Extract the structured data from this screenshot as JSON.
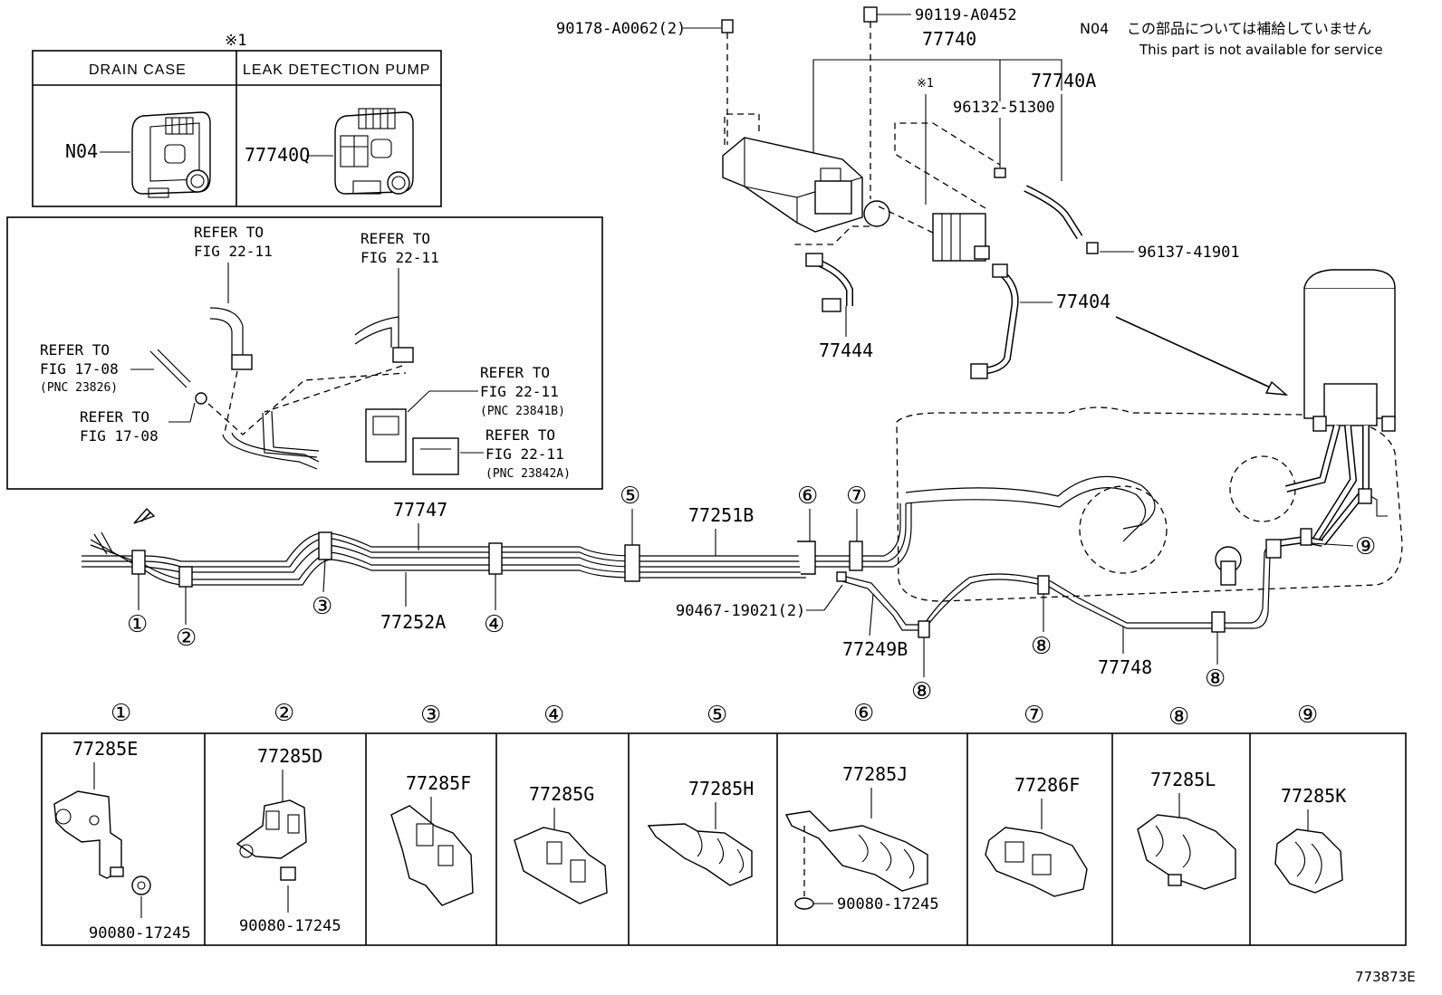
{
  "figure_id": "773873E",
  "note": {
    "code": "N04",
    "jp": "この部品については補給していません",
    "en": "This part is not available for service"
  },
  "inset_table": {
    "mark": "※1",
    "headers": [
      "DRAIN CASE",
      "LEAK DETECTION PUMP"
    ],
    "parts": [
      "N04",
      "77740Q"
    ]
  },
  "refer_labels": {
    "r1": [
      "REFER TO",
      "FIG 22-11"
    ],
    "r2": [
      "REFER TO",
      "FIG 22-11"
    ],
    "r3": [
      "REFER TO",
      "FIG 17-08",
      "(PNC 23826)"
    ],
    "r4": [
      "REFER TO",
      "FIG 17-08"
    ],
    "r5": [
      "REFER TO",
      "FIG 22-11",
      "(PNC 23841B)"
    ],
    "r6": [
      "REFER TO",
      "FIG 22-11",
      "(PNC 23842A)"
    ]
  },
  "top_parts": {
    "p90178": "90178-A0062(2)",
    "p90119": "90119-A0452",
    "p77740": "77740",
    "p77740A": "77740A",
    "mark": "※1",
    "p96132": "96132-51300",
    "p96137": "96137-41901",
    "p77404": "77404",
    "p77444": "77444"
  },
  "line_parts": {
    "p77747": "77747",
    "p77251B": "77251B",
    "p77252A": "77252A",
    "p90467": "90467-19021(2)",
    "p77249B": "77249B",
    "p77748": "77748"
  },
  "callouts": [
    "①",
    "②",
    "③",
    "④",
    "⑤",
    "⑥",
    "⑦",
    "⑧",
    "⑨"
  ],
  "clamp_table": {
    "cells": [
      {
        "num": "①",
        "part": "77285E",
        "bolt": "90080-17245"
      },
      {
        "num": "②",
        "part": "77285D",
        "bolt": "90080-17245"
      },
      {
        "num": "③",
        "part": "77285F",
        "bolt": ""
      },
      {
        "num": "④",
        "part": "77285G",
        "bolt": ""
      },
      {
        "num": "⑤",
        "part": "77285H",
        "bolt": ""
      },
      {
        "num": "⑥",
        "part": "77285J",
        "bolt": "90080-17245"
      },
      {
        "num": "⑦",
        "part": "77286F",
        "bolt": ""
      },
      {
        "num": "⑧",
        "part": "77285L",
        "bolt": ""
      },
      {
        "num": "⑨",
        "part": "77285K",
        "bolt": ""
      }
    ]
  }
}
